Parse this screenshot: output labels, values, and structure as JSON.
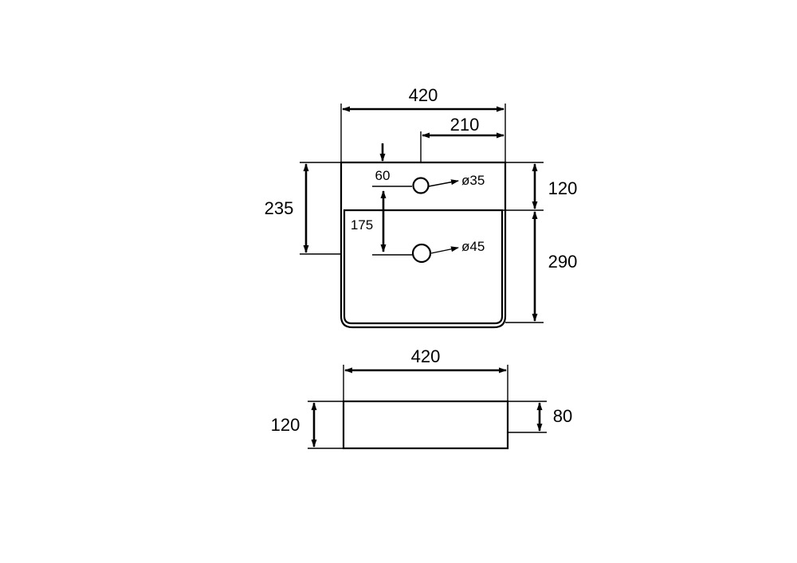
{
  "top_view": {
    "width_label": "420",
    "half_width_label": "210",
    "depth_label": "235",
    "deck_label": "120",
    "basin_label": "290",
    "tap_offset_label": "60",
    "drain_offset_label": "175",
    "tap_hole_label": "ø35",
    "drain_hole_label": "ø45"
  },
  "side_view": {
    "width_label": "420",
    "height_label": "120",
    "side_label": "80"
  }
}
